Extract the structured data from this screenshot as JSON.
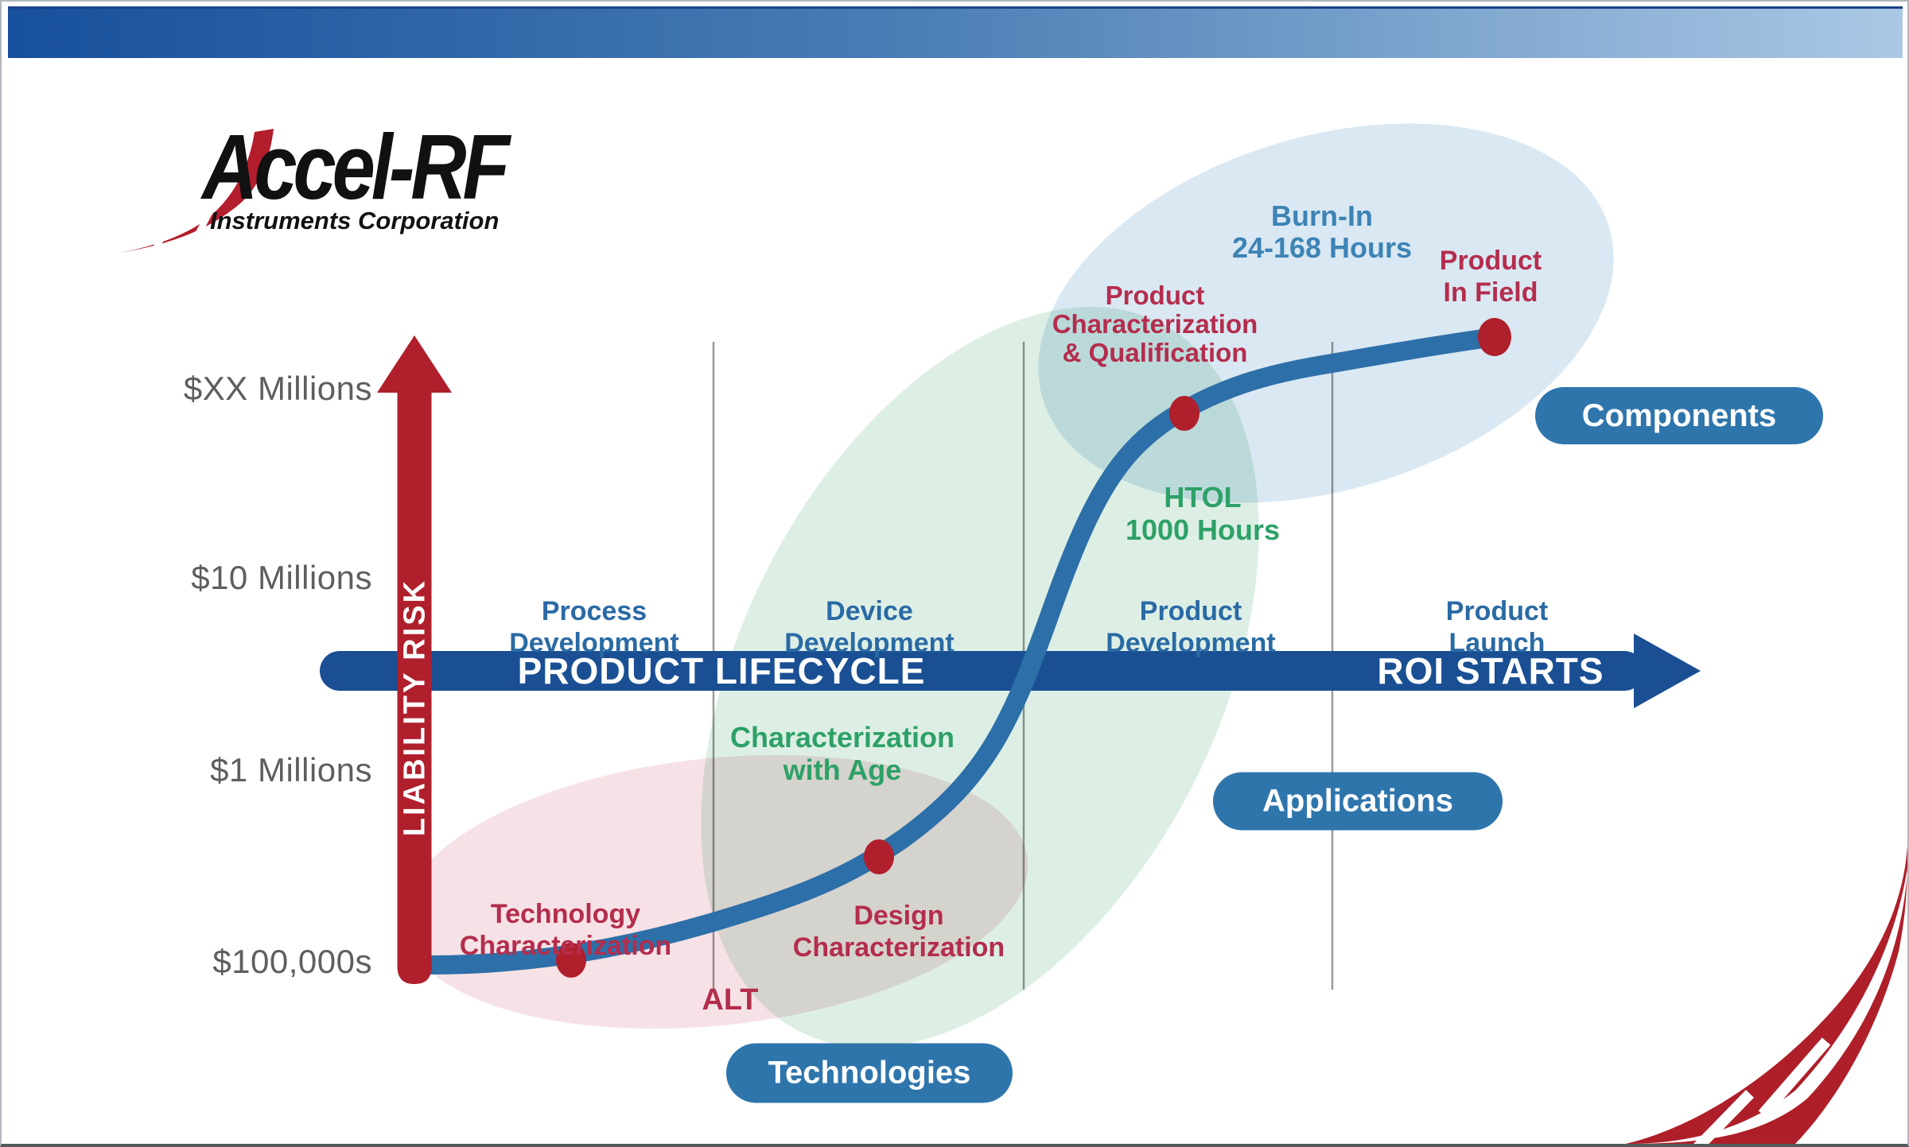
{
  "logo": {
    "name": "Accel-RF",
    "subtitle": "Instruments Corporation"
  },
  "y_axis": {
    "title": "LIABILITY RISK",
    "ticks": [
      "$XX Millions",
      "$10 Millions",
      "$1 Millions",
      "$100,000s"
    ]
  },
  "x_axis": {
    "bar_label": "PRODUCT LIFECYCLE",
    "arrow_label": "ROI STARTS",
    "phases": [
      {
        "line1": "Process",
        "line2": "Development"
      },
      {
        "line1": "Device",
        "line2": "Development"
      },
      {
        "line1": "Product",
        "line2": "Development"
      },
      {
        "line1": "Product",
        "line2": "Launch"
      }
    ]
  },
  "milestones": {
    "technology_characterization": {
      "line1": "Technology",
      "line2": "Characterization"
    },
    "alt_label": "ALT",
    "design_characterization": {
      "line1": "Design",
      "line2": "Characterization"
    },
    "product_characterization": {
      "line1": "Product",
      "line2": "Characterization",
      "line3": "& Qualification"
    },
    "product_in_field": {
      "line1": "Product",
      "line2": "In Field"
    }
  },
  "tests": {
    "characterization_with_age": {
      "line1": "Characterization",
      "line2": "with Age"
    },
    "htol": {
      "line1": "HTOL",
      "line2": "1000 Hours"
    },
    "burn_in": {
      "line1": "Burn-In",
      "line2": "24-168 Hours"
    }
  },
  "buttons": [
    {
      "label": "Components"
    },
    {
      "label": "Applications"
    },
    {
      "label": "Technologies"
    }
  ],
  "colors": {
    "accent_red": "#b01f2c",
    "crimson_text": "#b42d4d",
    "navy_bar": "#1a4f93",
    "curve_blue": "#2d6fa8",
    "phase_blue": "#2a6aa5",
    "green_text": "#2da167",
    "button_blue": "#2e75ac",
    "ellipse_pink": "#f6e2e6",
    "ellipse_green": "#ddefe5",
    "ellipse_blue": "#d9e8f3"
  }
}
